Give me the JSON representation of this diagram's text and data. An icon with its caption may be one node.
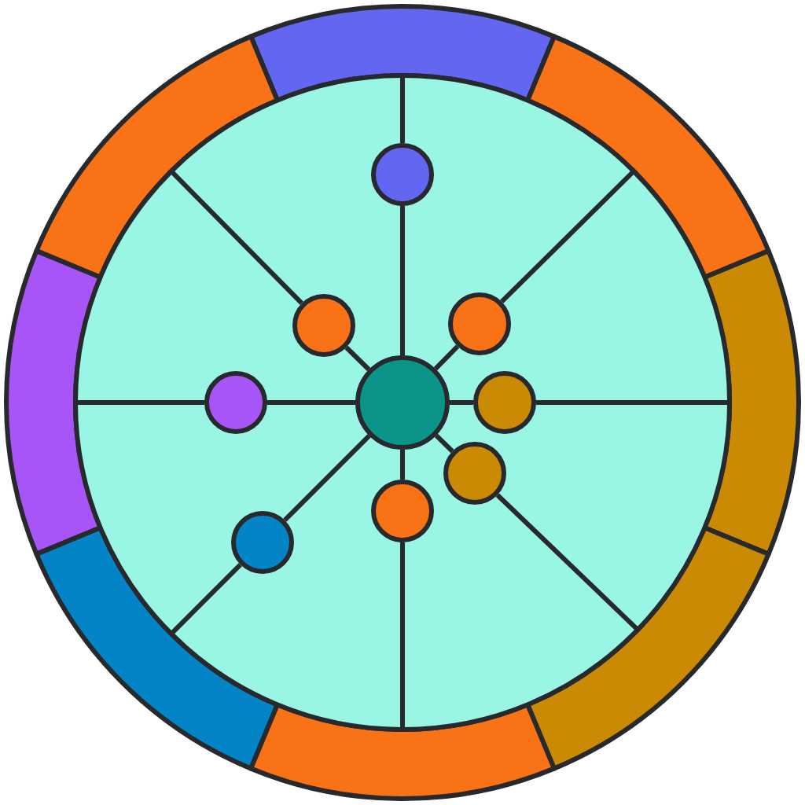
{
  "diagram": {
    "nodes": [
      {
        "text": [],
        "shape": "band"
      },
      {
        "text": [],
        "shape": "band"
      },
      {
        "text": [],
        "shape": "band"
      },
      {
        "text": [],
        "shape": "band"
      },
      {
        "text": [],
        "shape": "band"
      },
      {
        "text": [],
        "shape": "band"
      },
      {
        "text": [],
        "shape": "band"
      },
      {
        "text": [],
        "shape": "band"
      },
      {
        "text": [],
        "shape": "circle"
      },
      {
        "text": [],
        "shape": "circle",
        "in": 8
      },
      {
        "text": [],
        "shape": "circle",
        "in": 8
      },
      {
        "text": [],
        "shape": "circle",
        "in": 8
      },
      {
        "text": [],
        "shape": "circle",
        "in": 8
      },
      {
        "text": [],
        "shape": "circle",
        "in": 8
      },
      {
        "text": [],
        "shape": "circle",
        "in": 8
      },
      {
        "text": [],
        "shape": "circle",
        "in": 8
      },
      {
        "text": [],
        "shape": "circle",
        "in": 8
      },
      {
        "text": [],
        "shape": "circle",
        "in": 8
      }
    ],
    "edges": [
      {
        "from": 13,
        "to": 9,
        "arrow": "none"
      },
      {
        "from": 9,
        "to": 8,
        "arrow": "none"
      },
      {
        "from": 13,
        "to": 10,
        "arrow": "none"
      },
      {
        "from": 10,
        "to": 8,
        "arrow": "none"
      },
      {
        "from": 13,
        "to": 11,
        "arrow": "none"
      },
      {
        "from": 11,
        "to": 8,
        "arrow": "none"
      },
      {
        "from": 13,
        "to": 12,
        "arrow": "none"
      },
      {
        "from": 12,
        "to": 8,
        "arrow": "none"
      },
      {
        "from": 13,
        "to": 14,
        "arrow": "none"
      },
      {
        "from": 14,
        "to": 8,
        "arrow": "none"
      },
      {
        "from": 13,
        "to": 15,
        "arrow": "none"
      },
      {
        "from": 15,
        "to": 8,
        "arrow": "none"
      },
      {
        "from": 13,
        "to": 16,
        "arrow": "none"
      },
      {
        "from": 16,
        "to": 8,
        "arrow": "none"
      },
      {
        "from": 13,
        "to": 17,
        "arrow": "none"
      },
      {
        "from": 17,
        "to": 8,
        "arrow": "none"
      }
    ]
  }
}
